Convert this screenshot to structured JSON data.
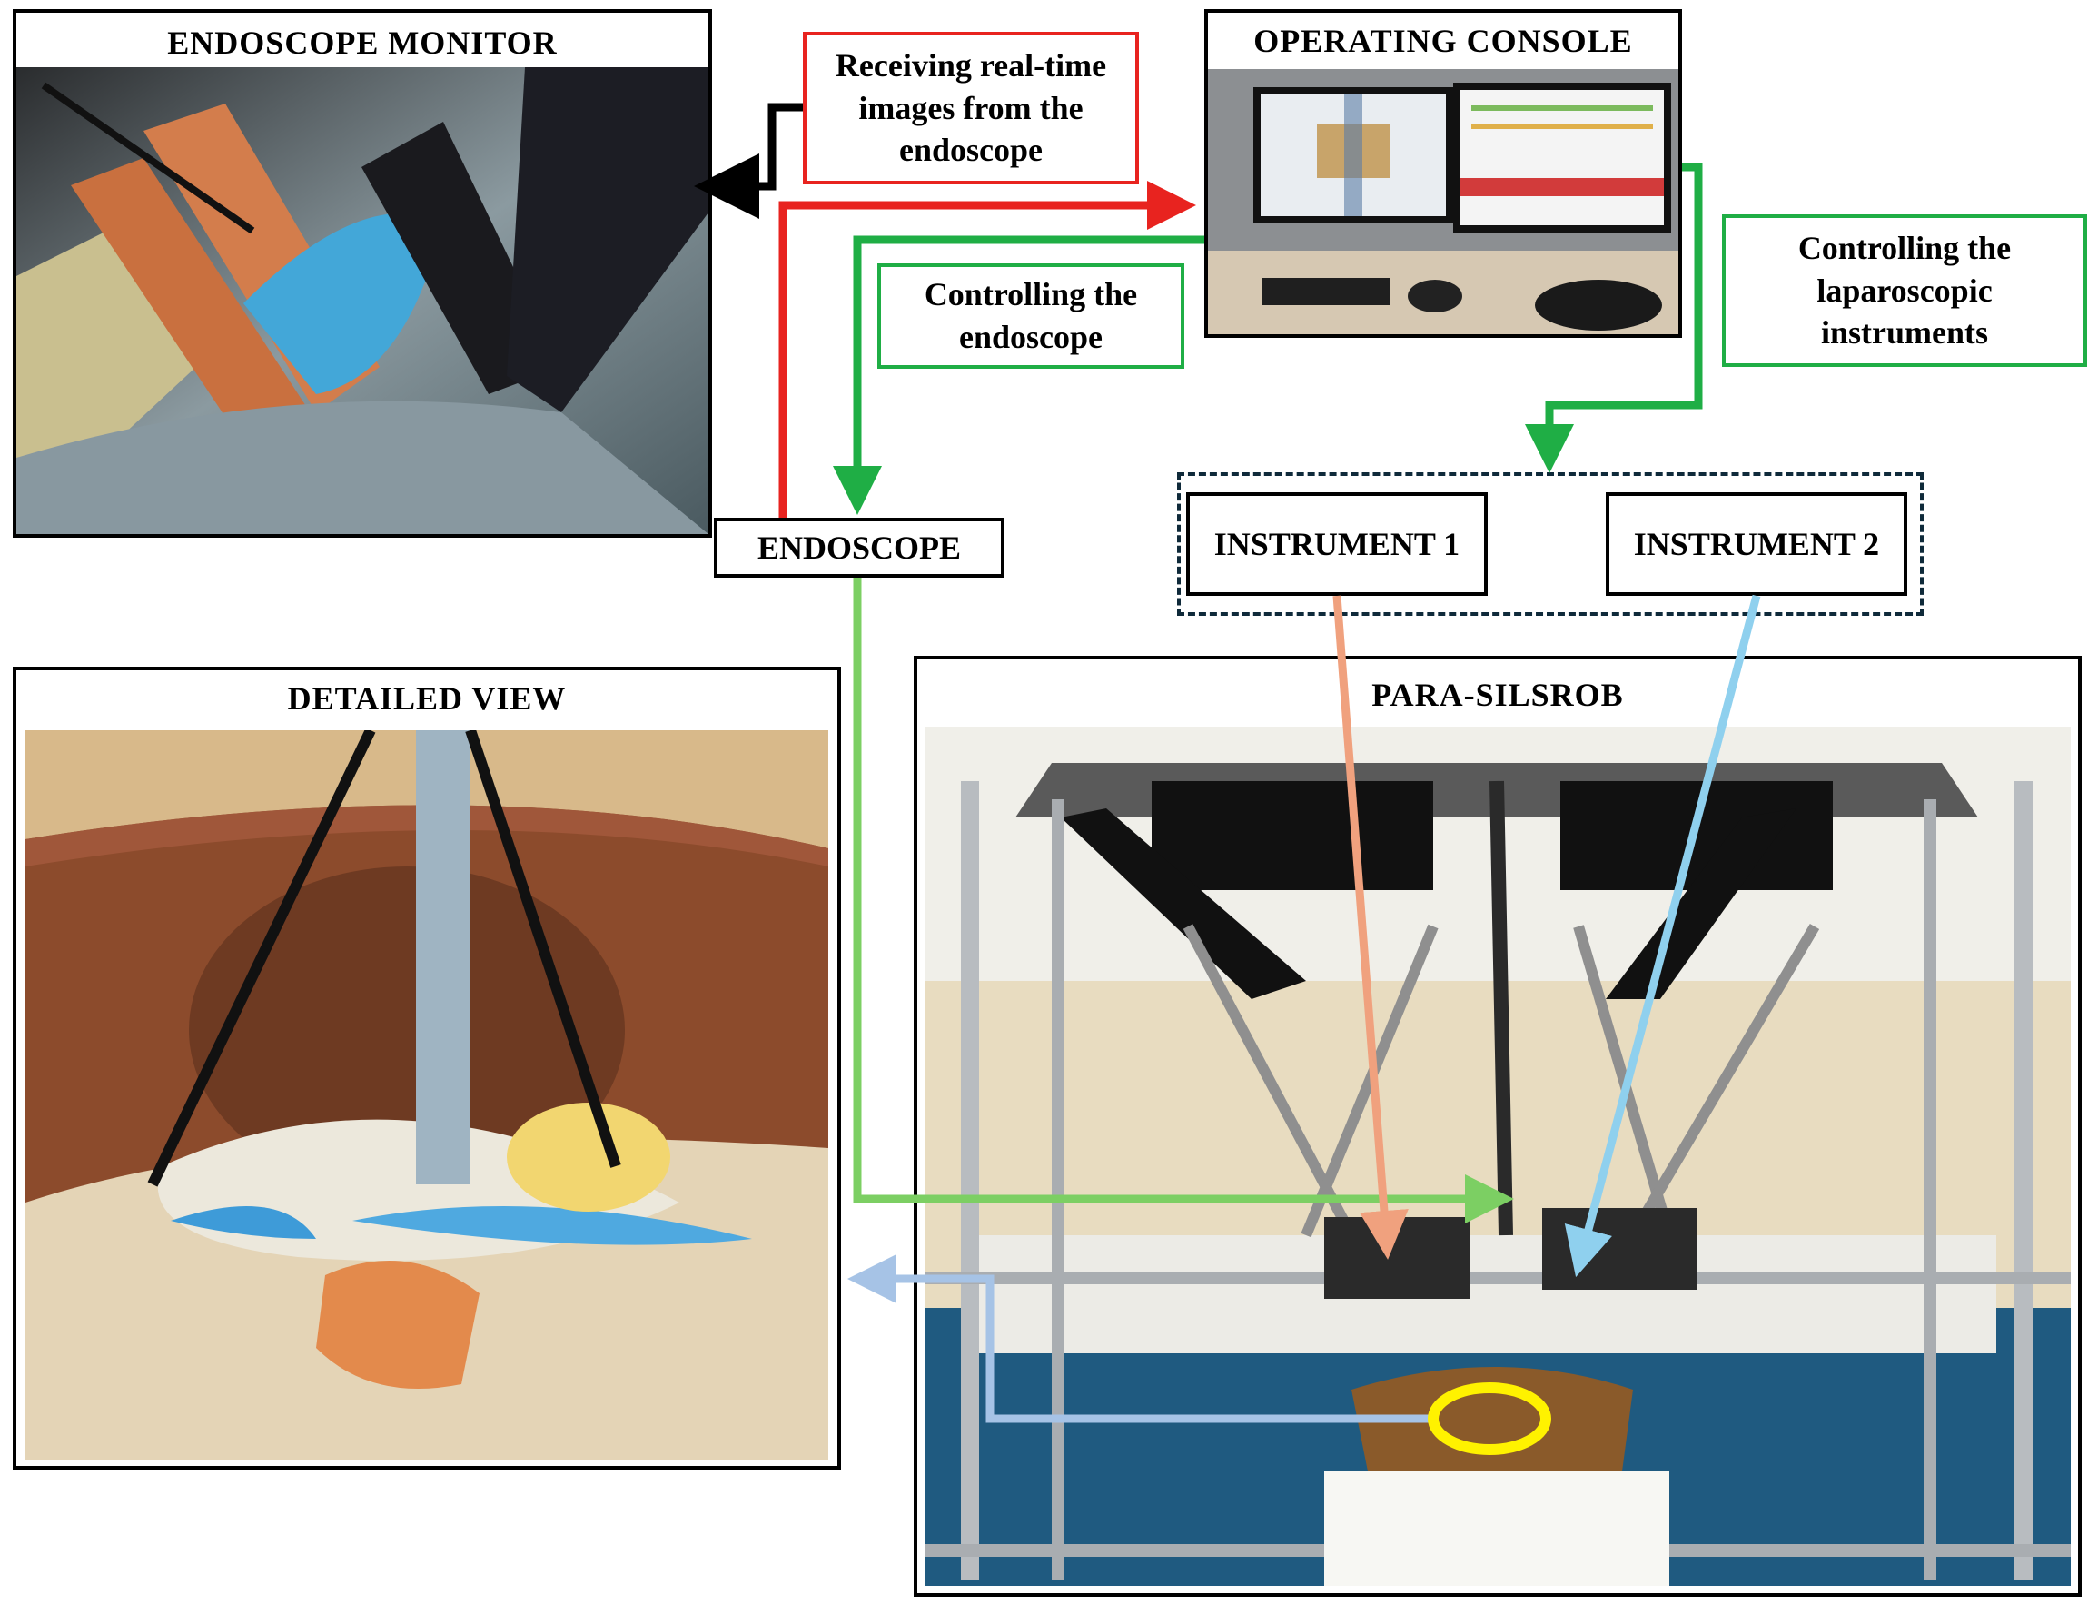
{
  "panels": {
    "endoscope_monitor": {
      "title": "ENDOSCOPE MONITOR"
    },
    "operating_console": {
      "title": "OPERATING CONSOLE"
    },
    "detailed_view": {
      "title": "DETAILED VIEW"
    },
    "robot": {
      "title": "PARA-SILSROB"
    }
  },
  "labels": {
    "receiving": "Receiving real-time images from the endoscope",
    "controlling_endoscope": "Controlling the endoscope",
    "controlling_instruments": "Controlling the laparoscopic instruments",
    "endoscope": "ENDOSCOPE",
    "instrument1": "INSTRUMENT 1",
    "instrument2": "INSTRUMENT 2"
  },
  "colors": {
    "red_arrow": "#e8231f",
    "green_arrow": "#1fae45",
    "light_green_arrow": "#7ccf63",
    "black_arrow": "#000000",
    "salmon_arrow": "#f0a17e",
    "light_blue_arrow": "#8fd0ee",
    "steel_blue_arrow": "#a6c3e6",
    "yellow_ring": "#fff200"
  }
}
